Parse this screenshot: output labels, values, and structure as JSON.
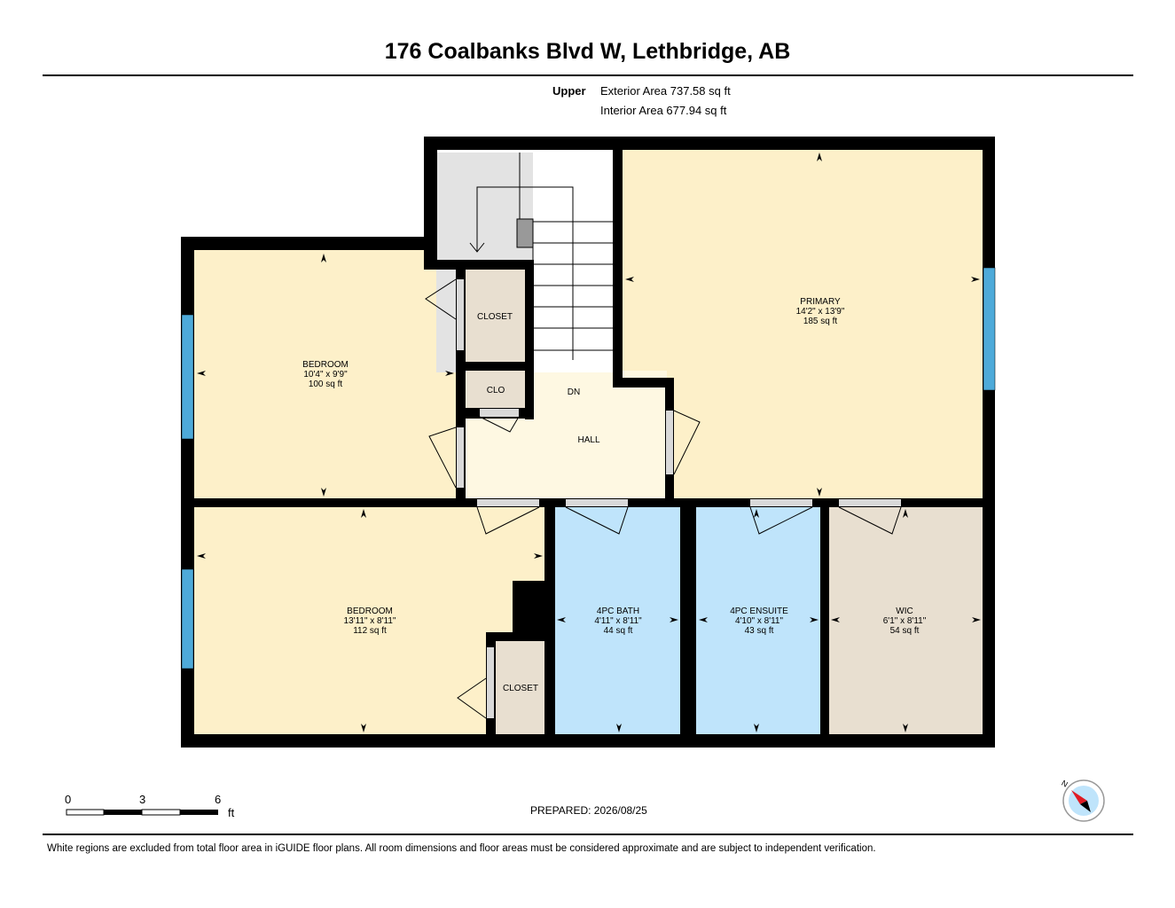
{
  "header": {
    "title": "176 Coalbanks Blvd W, Lethbridge, AB",
    "floor_label": "Upper",
    "exterior_area": "Exterior Area 737.58 sq ft",
    "interior_area": "Interior Area 677.94 sq ft"
  },
  "rooms": {
    "primary": {
      "name": "PRIMARY",
      "dims": "14'2\" x 13'9\"",
      "area": "185 sq ft"
    },
    "bedroom_upper": {
      "name": "BEDROOM",
      "dims": "10'4\" x 9'9\"",
      "area": "100 sq ft"
    },
    "bedroom_lower": {
      "name": "BEDROOM",
      "dims": "13'11\" x 8'11\"",
      "area": "112 sq ft"
    },
    "bath": {
      "name": "4PC BATH",
      "dims": "4'11\" x 8'11\"",
      "area": "44 sq ft"
    },
    "ensuite": {
      "name": "4PC ENSUITE",
      "dims": "4'10\" x 8'11\"",
      "area": "43 sq ft"
    },
    "wic": {
      "name": "WIC",
      "dims": "6'1\" x 8'11\"",
      "area": "54 sq ft"
    },
    "closet_upper": {
      "name": "CLOSET"
    },
    "closet_lower": {
      "name": "CLOSET"
    },
    "clo": {
      "name": "CLO"
    },
    "hall": {
      "name": "HALL"
    },
    "stairs": {
      "name": "DN"
    }
  },
  "colors": {
    "bedroom": "#fdf0c9",
    "hall": "#fef8e2",
    "bath": "#bfe4fb",
    "closet": "#e8dfd0",
    "stairs": "#e3e3e3",
    "wall": "#000000",
    "window": "#4eaad9"
  },
  "scale": {
    "tick0": "0",
    "tick1": "3",
    "tick2": "6",
    "unit": "ft"
  },
  "footer": {
    "prepared": "PREPARED: 2026/08/25",
    "disclaimer": "White regions are excluded from total floor area in iGUIDE floor plans. All room dimensions and floor areas must be considered approximate and are subject to independent verification."
  },
  "compass": {
    "label": "N"
  }
}
